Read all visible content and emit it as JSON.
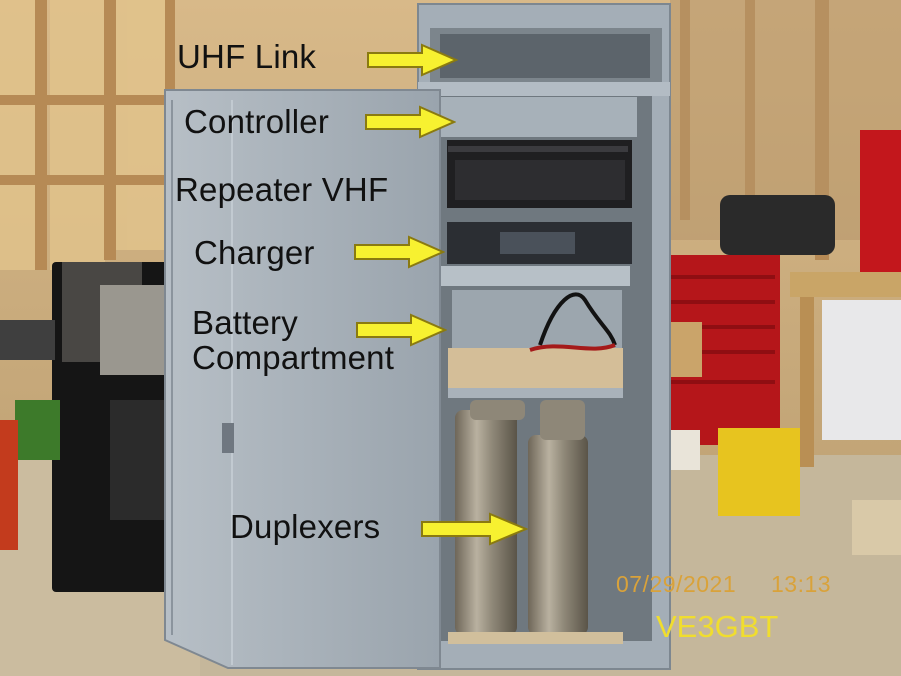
{
  "photo": {
    "labels": {
      "uhf_link": "UHF Link",
      "controller": "Controller",
      "repeater_vhf": "Repeater VHF",
      "charger": "Charger",
      "battery_line1": "Battery",
      "battery_line2": "Compartment",
      "duplexers": "Duplexers"
    },
    "timestamp": {
      "date": "07/29/2021",
      "time": "13:13"
    },
    "callsign": "VE3GBT",
    "colors": {
      "arrow_fill": "#f7f130",
      "arrow_stroke": "#8a7a10",
      "stamp_date": "#d9a23a",
      "stamp_callsign": "#f0dd2e",
      "cabinet": "#a9b3bc",
      "wall": "#c7a878"
    }
  }
}
